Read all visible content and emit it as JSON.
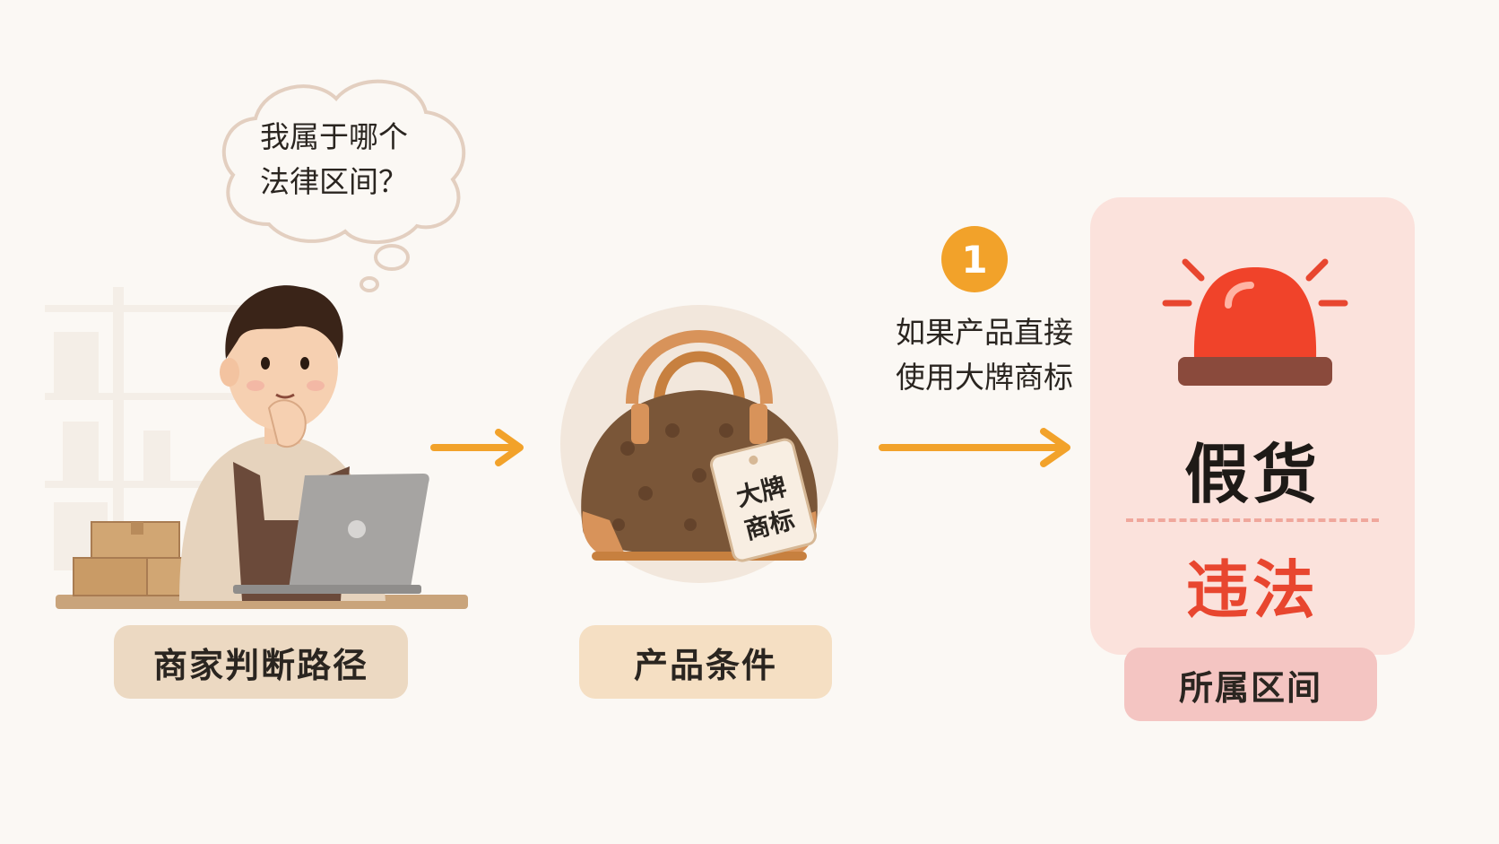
{
  "thought_bubble": {
    "line1": "我属于哪个",
    "line2": "法律区间？"
  },
  "labels": {
    "merchant": "商家判断路径",
    "product": "产品条件",
    "range": "所属区间"
  },
  "bag_tag": {
    "line1": "大牌",
    "line2": "商标"
  },
  "step": {
    "number": "1",
    "condition_line1": "如果产品直接",
    "condition_line2": "使用大牌商标"
  },
  "result": {
    "fake": "假货",
    "illegal": "违法"
  },
  "colors": {
    "accent_orange": "#f2a22a",
    "alert_red": "#e8462f",
    "card_pink": "#fbe2dc"
  },
  "icons": [
    "thinking-merchant-illustration",
    "designer-handbag-illustration",
    "siren-alarm-icon",
    "arrow-right-icon"
  ]
}
